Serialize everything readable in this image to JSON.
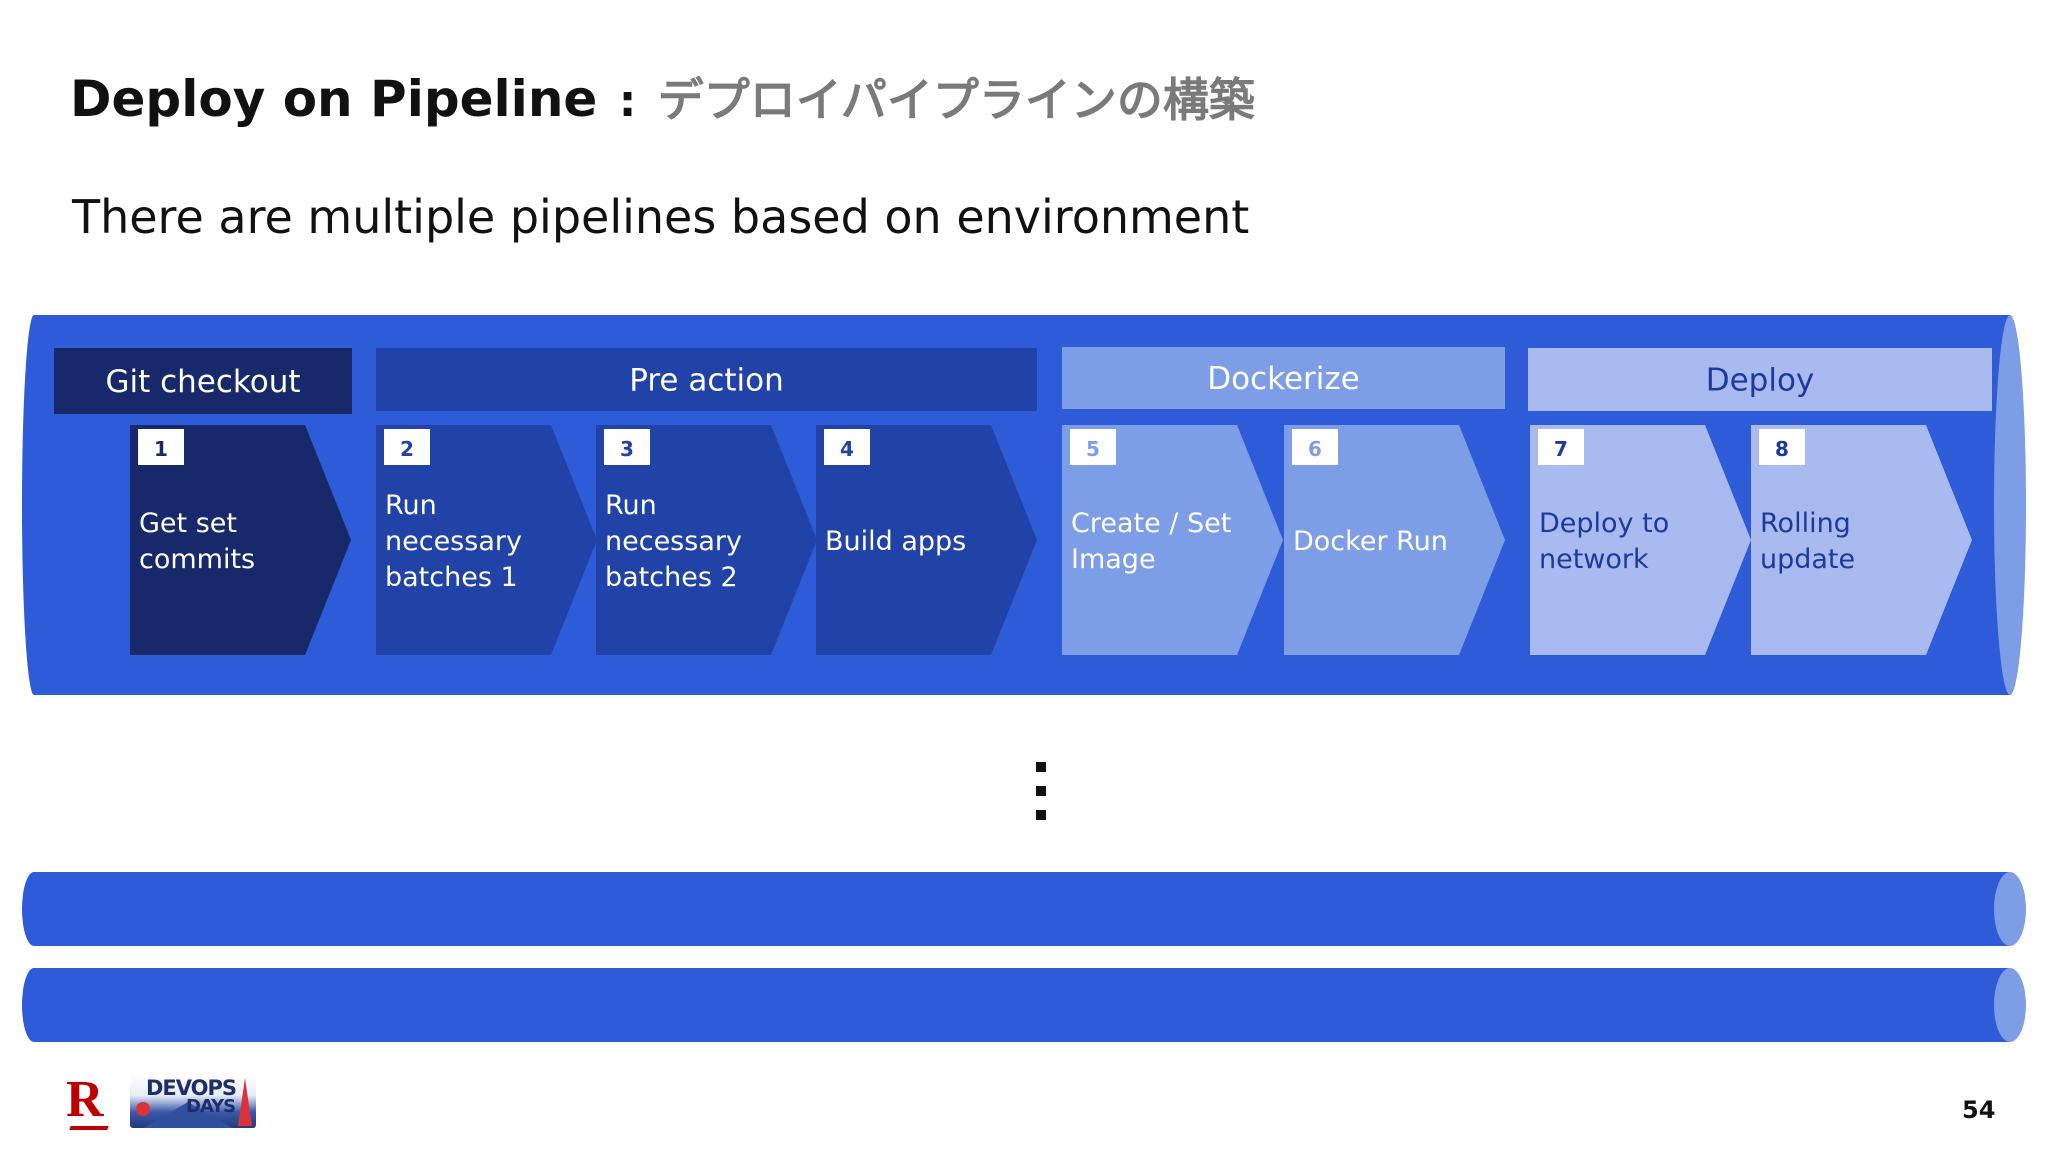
{
  "title": {
    "main": "Deploy on Pipeline",
    "separator": ":",
    "sub": "デプロイパイプラインの構築"
  },
  "subtitle": "There are multiple pipelines based on environment",
  "stages": [
    {
      "label": "Git checkout",
      "color": "#17296b",
      "text_color": "#ffffff"
    },
    {
      "label": "Pre action",
      "color": "#2143a8",
      "text_color": "#ffffff"
    },
    {
      "label": "Dockerize",
      "color": "#7d9ee6",
      "text_color": "#ffffff"
    },
    {
      "label": "Deploy",
      "color": "#a9baf0",
      "text_color": "#1c3a9e"
    }
  ],
  "steps": [
    {
      "num": "1",
      "lines": [
        "Get set",
        "commits"
      ],
      "color": "#17296b",
      "text_color": "#ffffff",
      "num_color": "#17296b"
    },
    {
      "num": "2",
      "lines": [
        "Run",
        "necessary",
        "batches 1"
      ],
      "color": "#2143a8",
      "text_color": "#ffffff",
      "num_color": "#2143a8"
    },
    {
      "num": "3",
      "lines": [
        "Run",
        "necessary",
        "batches 2"
      ],
      "color": "#2143a8",
      "text_color": "#ffffff",
      "num_color": "#2143a8"
    },
    {
      "num": "4",
      "lines": [
        "Build apps"
      ],
      "color": "#2143a8",
      "text_color": "#ffffff",
      "num_color": "#2143a8"
    },
    {
      "num": "5",
      "lines": [
        "Create / Set",
        "Image"
      ],
      "color": "#7d9ee6",
      "text_color": "#ffffff",
      "num_color": "#7d9ee6"
    },
    {
      "num": "6",
      "lines": [
        "Docker Run"
      ],
      "color": "#7d9ee6",
      "text_color": "#ffffff",
      "num_color": "#7d9ee6"
    },
    {
      "num": "7",
      "lines": [
        "Deploy to",
        "network"
      ],
      "color": "#a9baf0",
      "text_color": "#1c3a9e",
      "num_color": "#1c3a9e"
    },
    {
      "num": "8",
      "lines": [
        "Rolling",
        "update"
      ],
      "color": "#a9baf0",
      "text_color": "#1c3a9e",
      "num_color": "#1c3a9e"
    }
  ],
  "colors": {
    "pipe": "#2e5bd8",
    "pipe_end": "#7d9ee6"
  },
  "footer": {
    "logo_r": "R",
    "devops_line1": "DEVOPS",
    "devops_line2": "DAYS",
    "page_number": "54"
  }
}
